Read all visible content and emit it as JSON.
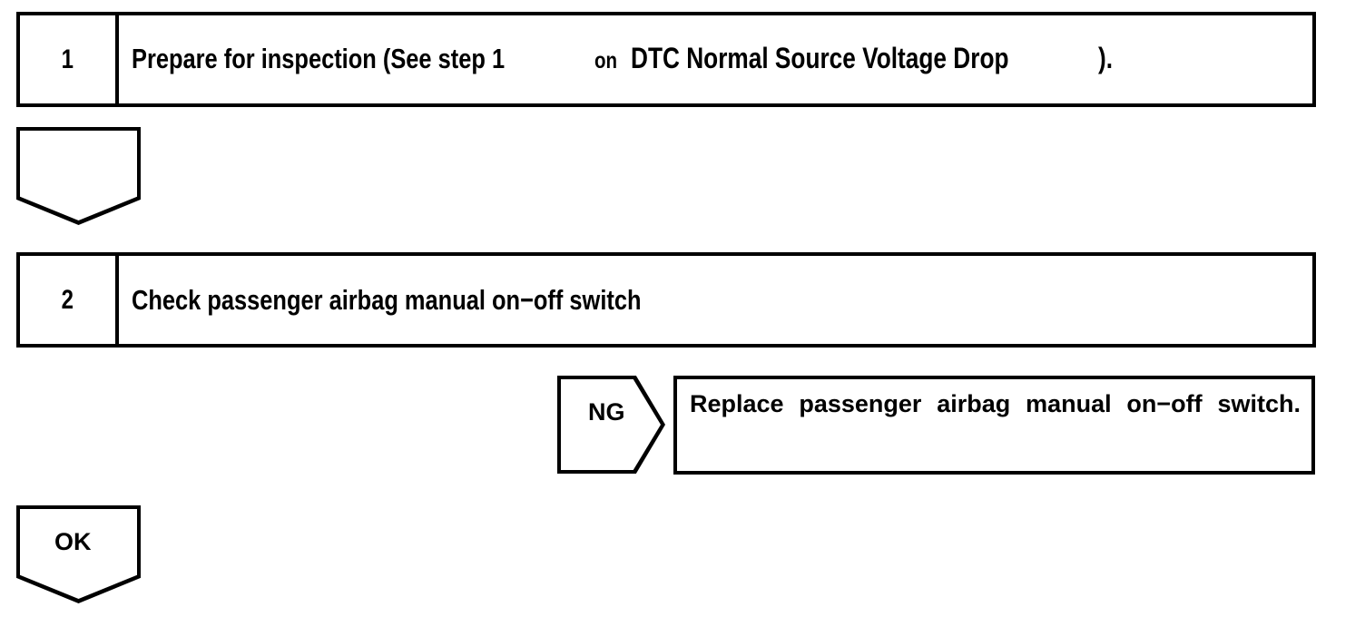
{
  "document": {
    "type": "diagnostic-flow-chart",
    "background_color": "#ffffff",
    "line_color": "#000000"
  },
  "steps": [
    {
      "number": "1",
      "text_parts": {
        "lead": "Prepare for inspection (See step 1",
        "connector": "on",
        "reference": "DTC Normal Source Voltage Drop",
        "tail": ")."
      }
    },
    {
      "number": "2",
      "text_parts": {
        "lead": "Check passenger airbag manual on−off switch",
        "connector": "",
        "reference": "",
        "tail": ""
      }
    }
  ],
  "connectors": [
    {
      "id": "flow-connector-blank",
      "label": "",
      "direction": "down"
    },
    {
      "id": "flow-connector-ng",
      "label": "NG",
      "direction": "right"
    },
    {
      "id": "flow-connector-ok",
      "label": "OK",
      "direction": "down"
    }
  ],
  "actions": [
    {
      "id": "replace-switch-action",
      "text": "Replace passenger airbag manual on−off switch."
    }
  ]
}
